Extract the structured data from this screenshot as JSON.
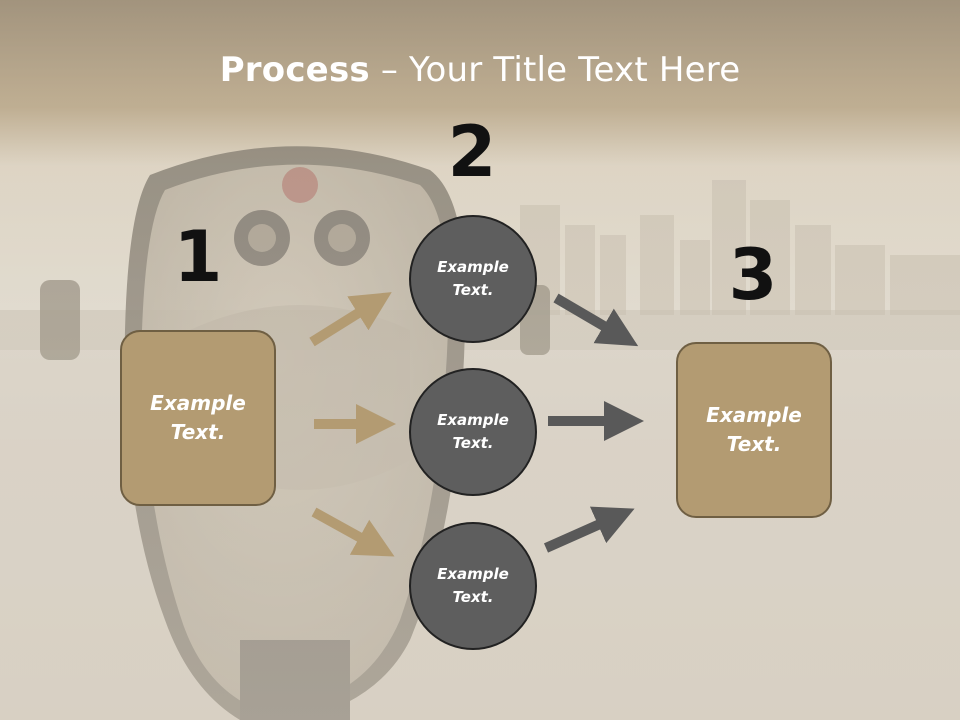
{
  "title": {
    "bold": "Process",
    "rest": " – Your Title Text Here"
  },
  "numbers": [
    "1",
    "2",
    "3"
  ],
  "left_box": {
    "text": "Example\nText."
  },
  "right_box": {
    "text": "Example\nText."
  },
  "circles": [
    {
      "text": "Example\nText."
    },
    {
      "text": "Example\nText."
    },
    {
      "text": "Example\nText."
    }
  ],
  "colors": {
    "box_fill": "#b39b72",
    "circle_fill": "#5e5e5e",
    "left_arrows": "#b39b72",
    "right_arrows": "#595959"
  }
}
